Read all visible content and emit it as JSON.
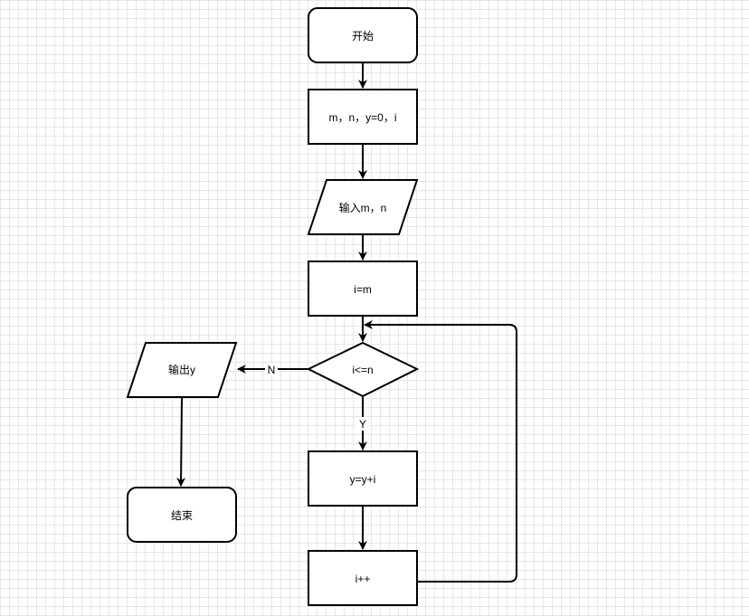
{
  "nodes": {
    "start": "开始",
    "init": "m，n，y=0，i",
    "input": "输入m，n",
    "assign": "i=m",
    "condition": "i<=n",
    "sum": "y=y+i",
    "increment": "i++",
    "output": "输出y",
    "end": "结束"
  },
  "edges": {
    "yes_label": "Y",
    "no_label": "N"
  }
}
